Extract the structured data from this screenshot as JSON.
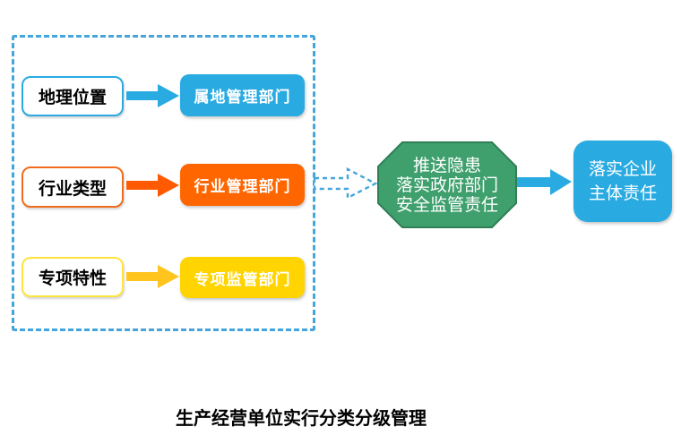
{
  "caption": "生产经营单位实行分类分级管理",
  "colors": {
    "blue": "#29ABE2",
    "orange": "#FF6600",
    "yellow": "#FFD400",
    "green": "#3FA06E",
    "dashed_border": "#45A5DC"
  },
  "classification_rows": [
    {
      "criterion": "地理位置",
      "department": "属地管理部门",
      "color": "#29ABE2"
    },
    {
      "criterion": "行业类型",
      "department": "行业管理部门",
      "color": "#FF6600"
    },
    {
      "criterion": "专项特性",
      "department": "专项监管部门",
      "color": "#FFD400"
    }
  ],
  "government_duty": {
    "line1": "推送隐患",
    "line2": "落实政府部门",
    "line3": "安全监管责任"
  },
  "enterprise_duty": {
    "line1": "落实企业",
    "line2": "主体责任"
  }
}
